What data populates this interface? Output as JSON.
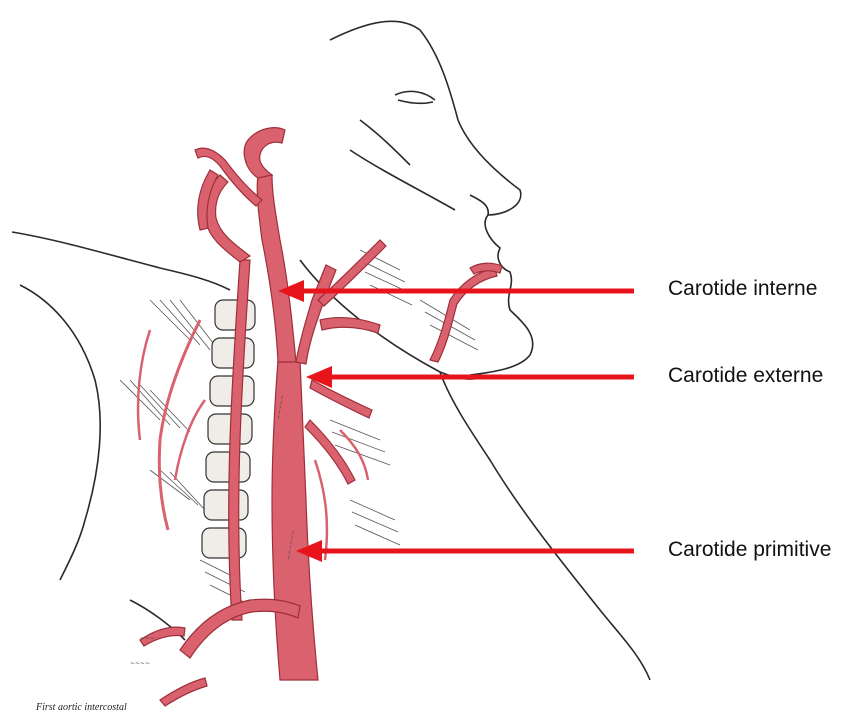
{
  "labels": {
    "internal": "Carotide interne",
    "external": "Carotide externe",
    "common": "Carotide primitive"
  },
  "caption": "First aortic intercostal",
  "colors": {
    "artery": "#d9626e",
    "artery_dark": "#9e2f3a",
    "arrow": "#e8141b",
    "ink": "#2a2a2a"
  }
}
